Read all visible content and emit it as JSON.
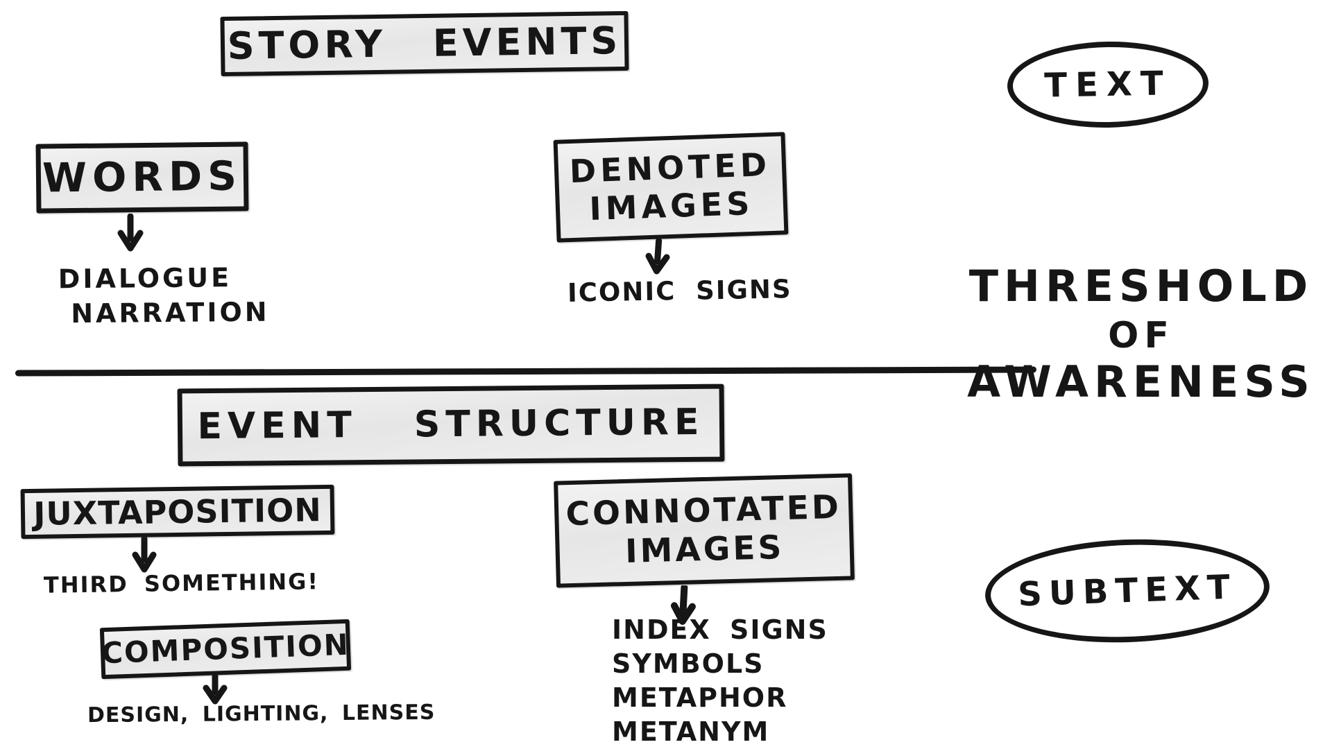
{
  "colors": {
    "background": "#ffffff",
    "ink": "#161616",
    "box_fill": "#ededed"
  },
  "above": {
    "title": "STORY EVENTS",
    "words": "WORDS",
    "words_children": [
      "DIALOGUE",
      "NARRATION"
    ],
    "denoted_line1": "DENOTED",
    "denoted_line2": "IMAGES",
    "denoted_child": "ICONIC SIGNS",
    "oval": "TEXT"
  },
  "threshold": {
    "line1": "THRESHOLD",
    "line2": "OF",
    "line3": "AWARENESS"
  },
  "below": {
    "title": "EVENT STRUCTURE",
    "juxtaposition": "JUXTAPOSITION",
    "juxtaposition_child": "THIRD SOMETHING!",
    "composition": "COMPOSITION",
    "composition_child": "DESIGN, LIGHTING, LENSES",
    "connotated_line1": "CONNOTATED",
    "connotated_line2": "IMAGES",
    "connotated_children": [
      "INDEX SIGNS",
      "SYMBOLS",
      "METAPHOR",
      "METANYM"
    ],
    "oval": "SUBTEXT"
  }
}
